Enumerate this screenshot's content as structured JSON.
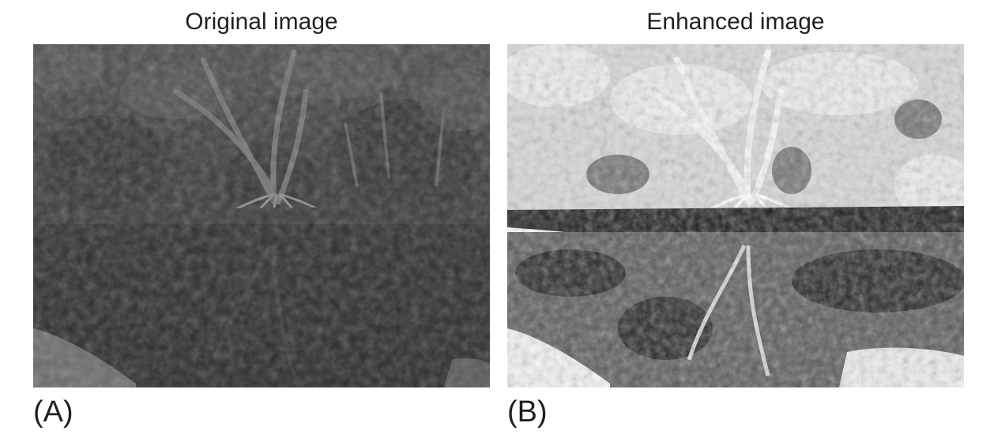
{
  "panels": [
    {
      "title": "Original image",
      "label": "(A)"
    },
    {
      "title": "Enhanced image",
      "label": "(B)"
    }
  ]
}
